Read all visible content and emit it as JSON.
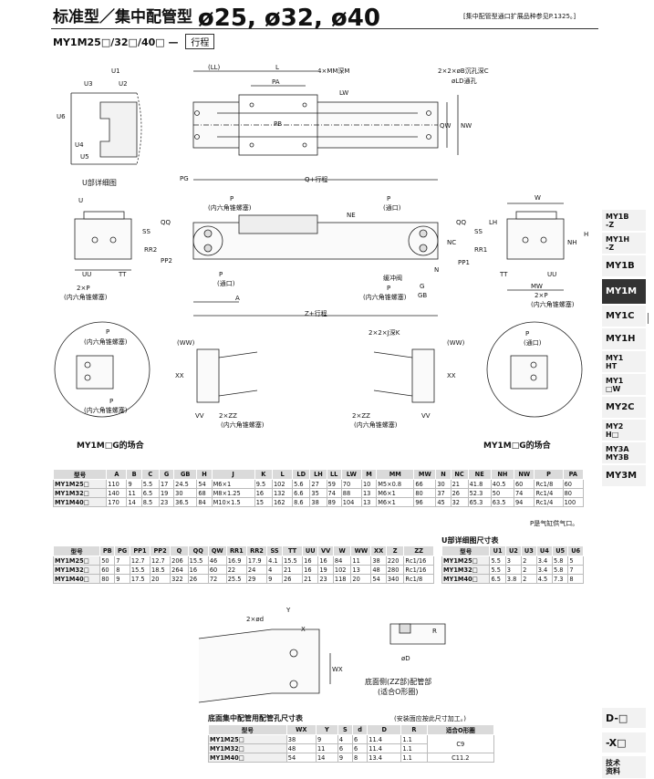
{
  "header": {
    "title_main": "标准型／集中配管型",
    "title_dims": "ø25, ø32, ø40",
    "note": "[集中配管型通口扩展品种参见P.1325。]",
    "model_line": "MY1M25□/32□/40□ —",
    "stroke_box": "行程"
  },
  "side_tabs": [
    {
      "label": "MY1B\n-Z",
      "active": false
    },
    {
      "label": "MY1H\n-Z",
      "active": false
    },
    {
      "label": "MY1B",
      "active": false
    },
    {
      "label": "MY1M",
      "active": true
    },
    {
      "label": "MY1C",
      "active": false
    },
    {
      "label": "MY1H",
      "active": false
    },
    {
      "label": "MY1\nHT",
      "active": false
    },
    {
      "label": "MY1\n□W",
      "active": false
    },
    {
      "label": "MY2C",
      "active": false
    },
    {
      "label": "MY2\nH□",
      "active": false
    },
    {
      "label": "MY3A\nMY3B",
      "active": false
    },
    {
      "label": "MY3M",
      "active": false
    }
  ],
  "bottom_tabs": [
    "D-□",
    "-X□",
    "技术\n资料"
  ],
  "drawing_labels": {
    "u_detail": "U部详细图",
    "u1": "U1",
    "u2": "U2",
    "u3": "U3",
    "u4": "U4",
    "u5": "U5",
    "u6": "U6",
    "ll": "(LL)",
    "l": "L",
    "pa": "PA",
    "pb": "PB",
    "lw": "LW",
    "mm_hole": "4×MM深M",
    "ob_hole": "2×2×øB沉孔深C",
    "old": "øLD通孔",
    "qw": "QW",
    "nw": "NW",
    "pg": "PG",
    "q_stroke": "Q+行程",
    "u": "U",
    "w": "W",
    "p": "P",
    "p_plug": "(内六角锥螺塞)",
    "p_port": "(通口)",
    "qq": "QQ",
    "ss": "SS",
    "ne": "NE",
    "lh": "LH",
    "h": "H",
    "nh": "NH",
    "pp2": "PP2",
    "rr2": "RR2",
    "pp1": "PP1",
    "rr1": "RR1",
    "nc": "NC",
    "uu": "UU",
    "tt": "TT",
    "n": "N",
    "mw": "MW",
    "g": "G",
    "gb": "GB",
    "two_p": "2×P",
    "a": "A",
    "z_stroke": "Z+行程",
    "cushion": "缓冲阀",
    "ww": "(WW)",
    "xx": "XX",
    "vv": "VV",
    "two_zz": "2×ZZ",
    "j_hole": "2×2×J深K",
    "g_case_left": "MY1M□G的场合",
    "g_case_right": "MY1M□G的场合",
    "od_label": "2×ød",
    "x": "X",
    "y": "Y",
    "wx": "WX",
    "r": "R",
    "od": "øD",
    "bottom_port_1": "底面侧(ZZ部)配管部",
    "bottom_port_2": "(适合O形圈)"
  },
  "table1": {
    "headers": [
      "型号",
      "A",
      "B",
      "C",
      "G",
      "GB",
      "H",
      "J",
      "K",
      "L",
      "LD",
      "LH",
      "LL",
      "LW",
      "M",
      "MM",
      "MW",
      "N",
      "NC",
      "NE",
      "NH",
      "NW",
      "P",
      "PA"
    ],
    "rows": [
      [
        "MY1M25□",
        "110",
        "9",
        "5.5",
        "17",
        "24.5",
        "54",
        "M6×1",
        "9.5",
        "102",
        "5.6",
        "27",
        "59",
        "70",
        "10",
        "M5×0.8",
        "66",
        "30",
        "21",
        "41.8",
        "40.5",
        "60",
        "Rc1/8",
        "60"
      ],
      [
        "MY1M32□",
        "140",
        "11",
        "6.5",
        "19",
        "30",
        "68",
        "M8×1.25",
        "16",
        "132",
        "6.6",
        "35",
        "74",
        "88",
        "13",
        "M6×1",
        "80",
        "37",
        "26",
        "52.3",
        "50",
        "74",
        "Rc1/4",
        "80"
      ],
      [
        "MY1M40□",
        "170",
        "14",
        "8.5",
        "23",
        "36.5",
        "84",
        "M10×1.5",
        "15",
        "162",
        "8.6",
        "38",
        "89",
        "104",
        "13",
        "M6×1",
        "96",
        "45",
        "32",
        "65.3",
        "63.5",
        "94",
        "Rc1/4",
        "100"
      ]
    ],
    "note": "P是气缸供气口。"
  },
  "table2": {
    "headers": [
      "型号",
      "PB",
      "PG",
      "PP1",
      "PP2",
      "Q",
      "QQ",
      "QW",
      "RR1",
      "RR2",
      "SS",
      "TT",
      "UU",
      "VV",
      "W",
      "WW",
      "XX",
      "Z",
      "ZZ"
    ],
    "rows": [
      [
        "MY1M25□",
        "50",
        "7",
        "12.7",
        "12.7",
        "206",
        "15.5",
        "46",
        "16.9",
        "17.9",
        "4.1",
        "15.5",
        "16",
        "16",
        "84",
        "11",
        "38",
        "220",
        "Rc1/16"
      ],
      [
        "MY1M32□",
        "60",
        "8",
        "15.5",
        "18.5",
        "264",
        "16",
        "60",
        "22",
        "24",
        "4",
        "21",
        "16",
        "19",
        "102",
        "13",
        "48",
        "280",
        "Rc1/16"
      ],
      [
        "MY1M40□",
        "80",
        "9",
        "17.5",
        "20",
        "322",
        "26",
        "72",
        "25.5",
        "29",
        "9",
        "26",
        "21",
        "23",
        "118",
        "20",
        "54",
        "340",
        "Rc1/8"
      ]
    ]
  },
  "table3": {
    "caption": "U部详细图尺寸表",
    "headers": [
      "型号",
      "U1",
      "U2",
      "U3",
      "U4",
      "U5",
      "U6"
    ],
    "rows": [
      [
        "MY1M25□",
        "5.5",
        "3",
        "2",
        "3.4",
        "5.8",
        "5"
      ],
      [
        "MY1M32□",
        "5.5",
        "3",
        "2",
        "3.4",
        "5.8",
        "7"
      ],
      [
        "MY1M40□",
        "6.5",
        "3.8",
        "2",
        "4.5",
        "7.3",
        "8"
      ]
    ]
  },
  "table4": {
    "caption": "底面集中配管用配管孔尺寸表",
    "note": "(安装面应按此尺寸加工。)",
    "headers": [
      "型号",
      "WX",
      "Y",
      "S",
      "d",
      "D",
      "R",
      "适合O形圈"
    ],
    "rows": [
      [
        "MY1M25□",
        "38",
        "9",
        "4",
        "6",
        "11.4",
        "1.1",
        "C9"
      ],
      [
        "MY1M32□",
        "48",
        "11",
        "6",
        "6",
        "11.4",
        "1.1",
        ""
      ],
      [
        "MY1M40□",
        "54",
        "14",
        "9",
        "8",
        "13.4",
        "1.1",
        "C11.2"
      ]
    ]
  }
}
